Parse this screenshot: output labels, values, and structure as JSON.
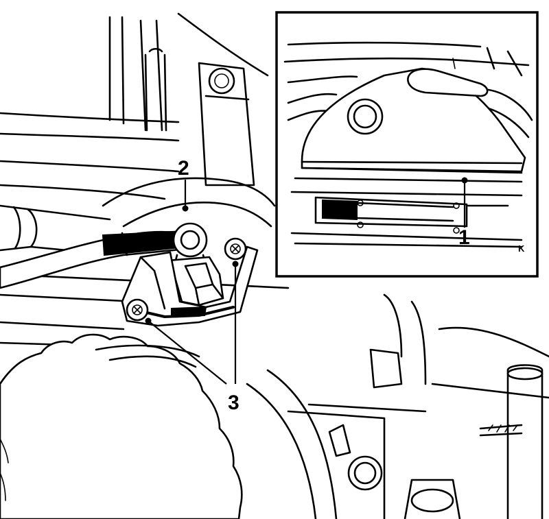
{
  "callouts": {
    "c1": "1",
    "c2": "2",
    "c3": "3"
  },
  "inset": {
    "corner_mark": "K"
  },
  "colors": {
    "line": "#000000",
    "paper": "#ffffff"
  }
}
